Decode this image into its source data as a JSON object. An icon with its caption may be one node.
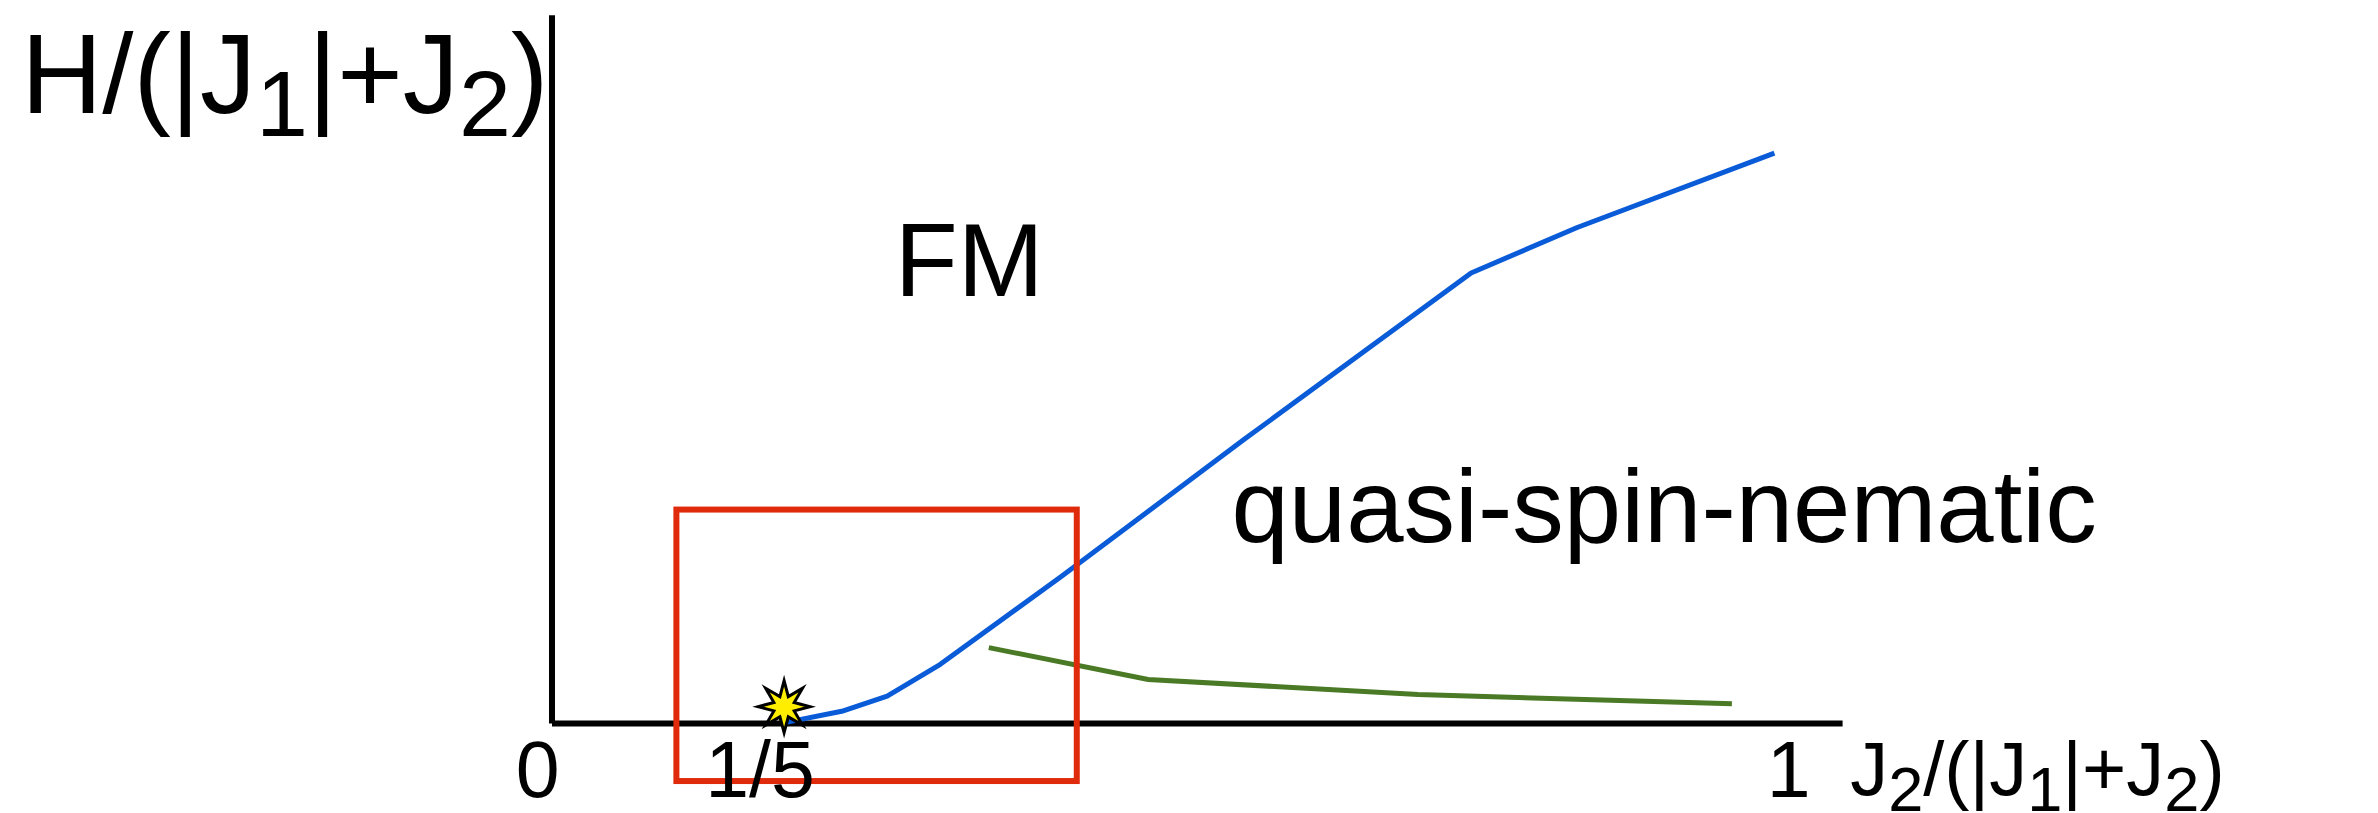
{
  "diagram": {
    "labels": [
      "H/(|J$_{1}$|+J$_{2}$)",
      "FM",
      "quasi-spin-nematic",
      "0",
      "1/5",
      "1",
      "J$_{2}$/(|J$_{1}$|+J$_{2}$)"
    ]
  }
}
